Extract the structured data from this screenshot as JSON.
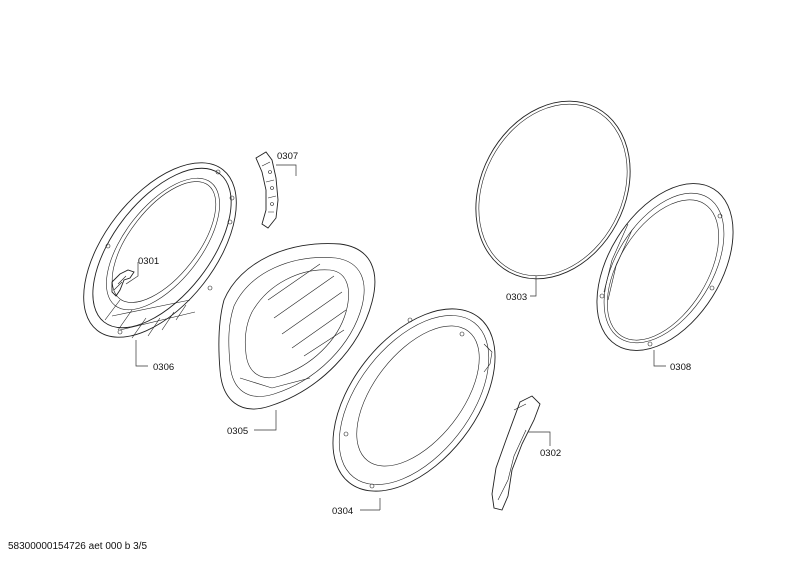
{
  "diagram": {
    "parts": [
      {
        "id": "p0301",
        "label": "0301"
      },
      {
        "id": "p0302",
        "label": "0302"
      },
      {
        "id": "p0303",
        "label": "0303"
      },
      {
        "id": "p0304",
        "label": "0304"
      },
      {
        "id": "p0305",
        "label": "0305"
      },
      {
        "id": "p0306",
        "label": "0306"
      },
      {
        "id": "p0307",
        "label": "0307"
      },
      {
        "id": "p0308",
        "label": "0308"
      }
    ]
  },
  "footer": {
    "text": "58300000154726 aet 000 b 3/5"
  }
}
